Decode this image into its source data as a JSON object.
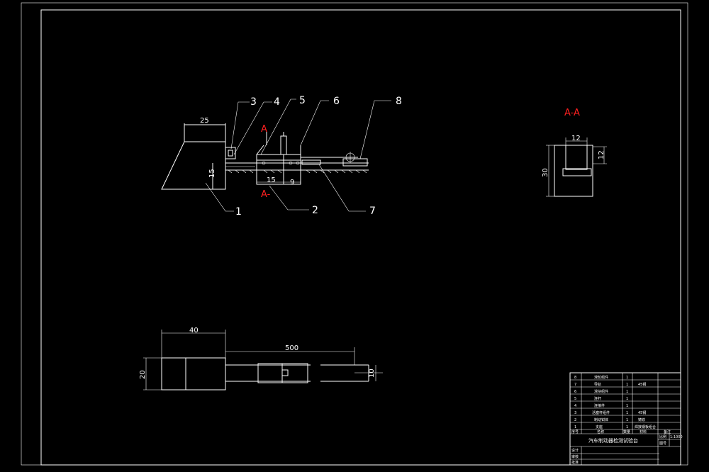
{
  "colors": {
    "background": "#000000",
    "lines": "#ffffff",
    "section_marks": "#ff2020"
  },
  "balloons": [
    "1",
    "2",
    "3",
    "4",
    "5",
    "6",
    "7",
    "8"
  ],
  "section_marks": {
    "cut_top": "A",
    "cut_bottom": "A-",
    "view_title": "A-A"
  },
  "dims_front": {
    "d25": "25",
    "d15_left": "15",
    "d15_bottom": "15",
    "d9": "9"
  },
  "dims_section": {
    "width": "12",
    "height": "30",
    "small": "12"
  },
  "dims_bottom": {
    "len40": "40",
    "len500": "500",
    "height20": "20",
    "height10": "10"
  },
  "title_block": {
    "rows": [
      {
        "no": "8",
        "name": "滑轮组件",
        "qty": "1",
        "mat": ""
      },
      {
        "no": "7",
        "name": "导轨",
        "qty": "1",
        "mat": "45钢"
      },
      {
        "no": "6",
        "name": "滑块组件",
        "qty": "1",
        "mat": ""
      },
      {
        "no": "5",
        "name": "连杆",
        "qty": "1",
        "mat": ""
      },
      {
        "no": "4",
        "name": "连接件",
        "qty": "1",
        "mat": ""
      },
      {
        "no": "3",
        "name": "活塞杆组件",
        "qty": "1",
        "mat": "45钢"
      },
      {
        "no": "2",
        "name": "制动钳体",
        "qty": "1",
        "mat": "铸铁"
      },
      {
        "no": "1",
        "name": "支座",
        "qty": "1",
        "mat": "焊接钢板组合"
      }
    ],
    "header": {
      "no": "序号",
      "name": "名称",
      "qty": "数量",
      "mat": "材料",
      "remark": "备注"
    },
    "title": "汽车制动器检测试验台",
    "scale_label": "比例",
    "scale_value": "1:1000",
    "sheet_label": "图号",
    "design": "设计",
    "check": "审核",
    "approve": "批准"
  }
}
